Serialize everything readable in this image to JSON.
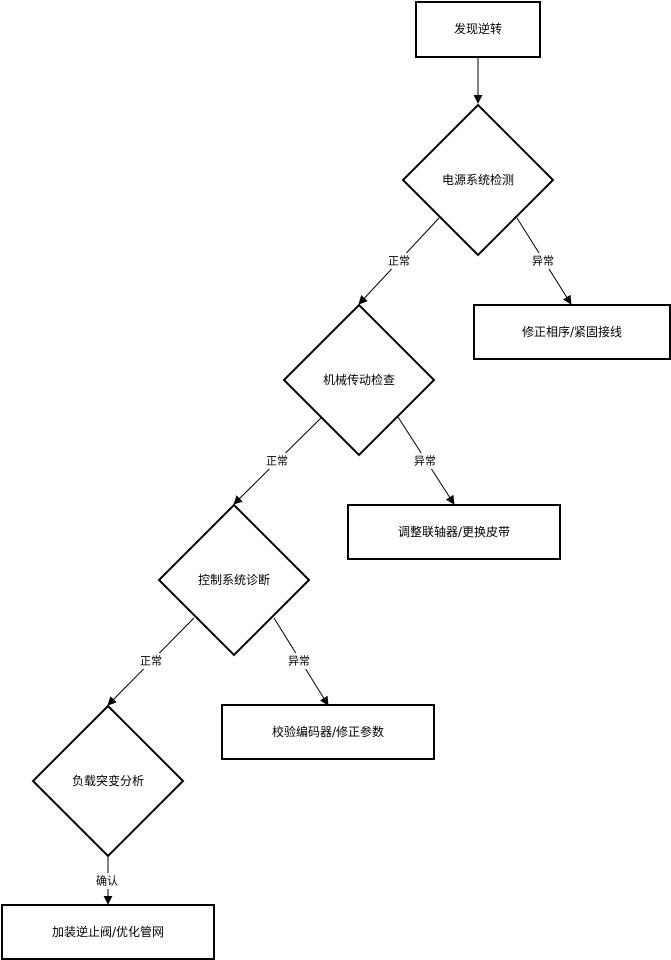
{
  "colors": {
    "stroke": "#000000",
    "fill": "#ffffff"
  },
  "nodes": {
    "start": "发现逆转",
    "power_check": "电源系统检测",
    "fix_phase": "修正相序/紧固接线",
    "mech_check": "机械传动检查",
    "fix_coupling": "调整联轴器/更换皮带",
    "control_check": "控制系统诊断",
    "fix_encoder": "校验编码器/修正参数",
    "load_check": "负载突变分析",
    "fix_valve": "加装逆止阀/优化管网"
  },
  "edges": {
    "power_normal": "正常",
    "power_abnormal": "异常",
    "mech_normal": "正常",
    "mech_abnormal": "异常",
    "control_normal": "正常",
    "control_abnormal": "异常",
    "load_confirm": "确认"
  }
}
